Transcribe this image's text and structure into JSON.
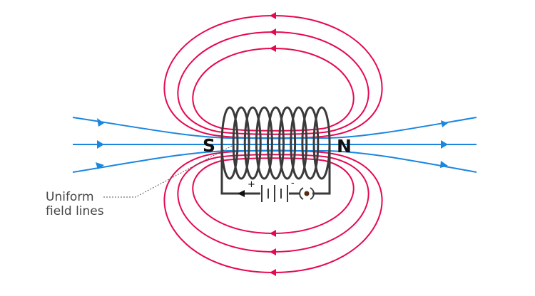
{
  "diagram": {
    "title": "Magnetic field of a solenoid",
    "pole_south": "S",
    "pole_north": "N",
    "annotation_line1": "Uniform",
    "annotation_line2": "field lines",
    "battery_positive": "+",
    "battery_negative": "-",
    "colors": {
      "outer_field": "#e5094f",
      "axial_field": "#1a86e0",
      "coil": "#3a3a3a"
    },
    "coil_turns": 9
  }
}
